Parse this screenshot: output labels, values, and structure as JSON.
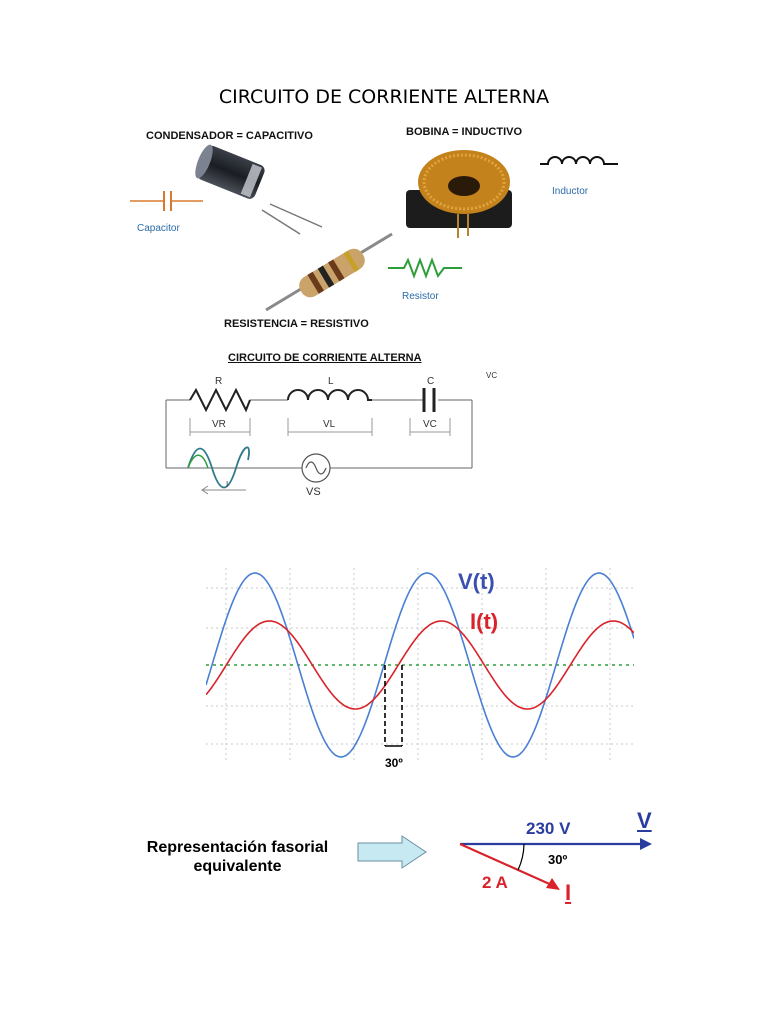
{
  "title": "CIRCUITO DE CORRIENTE ALTERNA",
  "components": {
    "capacitor_heading": "CONDENSADOR = CAPACITIVO",
    "capacitor_symbol_label": "Capacitor",
    "inductor_heading": "BOBINA = INDUCTIVO",
    "inductor_symbol_label": "Inductor",
    "resistor_heading": "RESISTENCIA = RESISTIVO",
    "resistor_symbol_label": "Resistor"
  },
  "circuit": {
    "title": "CIRCUITO DE CORRIENTE ALTERNA",
    "label_r": "R",
    "label_l": "L",
    "label_c": "C",
    "label_vr": "VR",
    "label_vl": "VL",
    "label_vc": "VC",
    "label_vc_top": "VC",
    "label_current": "I",
    "label_source": "VS"
  },
  "waveform": {
    "voltage_label": "V(t)",
    "current_label": "I(t)",
    "phase_label": "30º",
    "phase_shift_deg": 30,
    "colors": {
      "voltage": "#4a7fd4",
      "current": "#d9232a",
      "axis": "#2e9e3a"
    }
  },
  "phasor": {
    "caption_line1": "Representación fasorial",
    "caption_line2": "equivalente",
    "voltage_value": "230 V",
    "voltage_symbol": "V",
    "current_value": "2 A",
    "current_symbol": "I",
    "angle": "30º"
  }
}
